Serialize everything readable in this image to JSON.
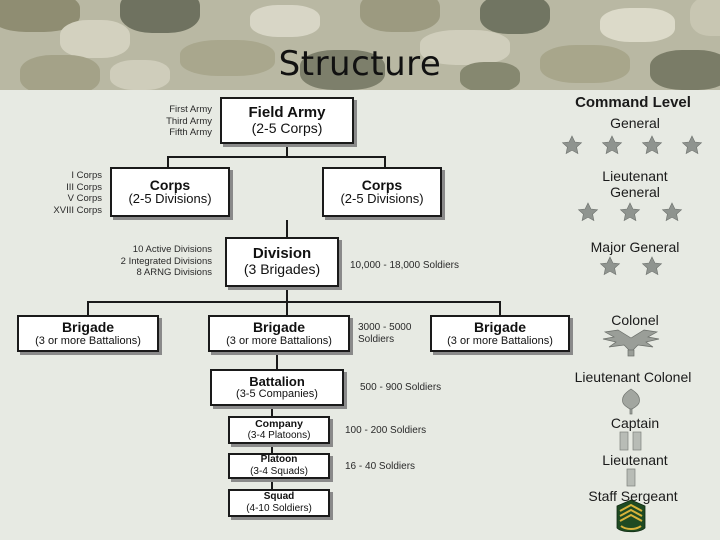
{
  "title": "Structure",
  "chart": {
    "field_army": {
      "title": "Field Army",
      "sub": "(2-5 Corps)",
      "members": [
        "First Army",
        "Third Army",
        "Fifth Army"
      ]
    },
    "corps_left": {
      "title": "Corps",
      "sub": "(2-5 Divisions)"
    },
    "corps_right": {
      "title": "Corps",
      "sub": "(2-5 Divisions)"
    },
    "corps_members": [
      "I Corps",
      "III Corps",
      "V Corps",
      "XVIII Corps"
    ],
    "division": {
      "title": "Division",
      "sub": "(3 Brigades)",
      "members": [
        "10 Active Divisions",
        "2 Integrated Divisions",
        "8 ARNG Divisions"
      ],
      "size": "10,000 - 18,000 Soldiers"
    },
    "brigade_left": {
      "title": "Brigade",
      "sub": "(3 or more Battalions)"
    },
    "brigade_center": {
      "title": "Brigade",
      "sub": "(3 or more Battalions)"
    },
    "brigade_right": {
      "title": "Brigade",
      "sub": "(3 or more Battalions)"
    },
    "brigade_size": [
      "3000 - 5000",
      "Soldiers"
    ],
    "battalion": {
      "title": "Battalion",
      "sub": "(3-5 Companies)",
      "size": "500 - 900 Soldiers"
    },
    "company": {
      "title": "Company",
      "sub": "(3-4 Platoons)",
      "size": "100 - 200 Soldiers"
    },
    "platoon": {
      "title": "Platoon",
      "sub": "(3-4 Squads)",
      "size": "16 - 40 Soldiers"
    },
    "squad": {
      "title": "Squad",
      "sub": "(4-10 Soldiers)"
    }
  },
  "ranks": {
    "heading": "Command Level",
    "general": "General",
    "lieutenant_general": [
      "Lieutenant",
      "General"
    ],
    "major_general": "Major General",
    "colonel": "Colonel",
    "lieutenant_colonel": "Lieutenant Colonel",
    "captain": "Captain",
    "lieutenant": "Lieutenant",
    "staff_sergeant": "Staff Sergeant"
  },
  "colors": {
    "camo_base": "#b9b8a3",
    "panel": "#e7eae3",
    "box_border": "#1a1a1a",
    "star": "#8f948f",
    "chevron": "#1f4a22"
  }
}
